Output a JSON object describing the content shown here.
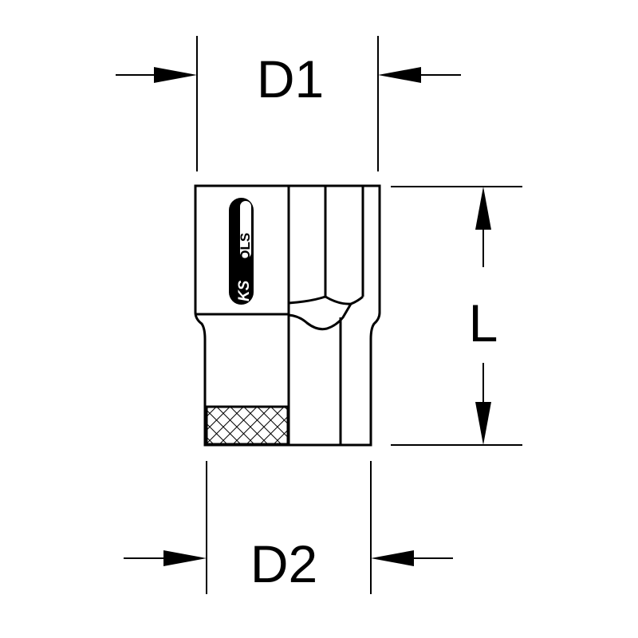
{
  "labels": {
    "d1": "D1",
    "d2": "D2",
    "l": "L"
  },
  "logo": {
    "text_ks": "KS",
    "text_tools": "TOOLS"
  },
  "colors": {
    "line": "#000000",
    "background": "#ffffff"
  }
}
